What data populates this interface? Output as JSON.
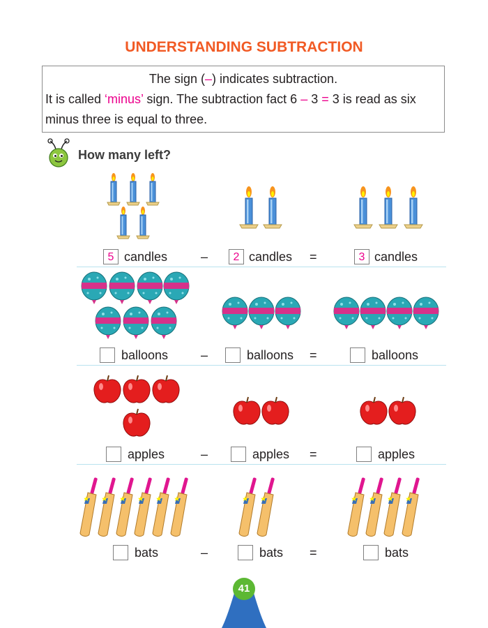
{
  "title": "UNDERSTANDING SUBTRACTION",
  "info": {
    "line1_a": "The sign (",
    "line1_sign": "–",
    "line1_b": ") indicates subtraction.",
    "line2_a": "It is called ",
    "line2_minus": "‘minus’",
    "line2_b": " sign. The subtraction fact 6 ",
    "line2_op1": "–",
    "line2_c": " 3 ",
    "line2_op2": "=",
    "line2_d": " 3 is read as six",
    "line3": "minus three is equal to three."
  },
  "heading": "How many left?",
  "rows": [
    {
      "item": "candles",
      "a": "5",
      "b": "2",
      "c": "3"
    },
    {
      "item": "balloons",
      "a": "",
      "b": "",
      "c": ""
    },
    {
      "item": "apples",
      "a": "",
      "b": "",
      "c": ""
    },
    {
      "item": "bats",
      "a": "",
      "b": "",
      "c": ""
    }
  ],
  "minus": "–",
  "equals": "=",
  "page_number": "41",
  "colors": {
    "title": "#f15a24",
    "accent": "#ec008c",
    "separator": "#b9e3ef",
    "page_badge": "#5cb833"
  }
}
